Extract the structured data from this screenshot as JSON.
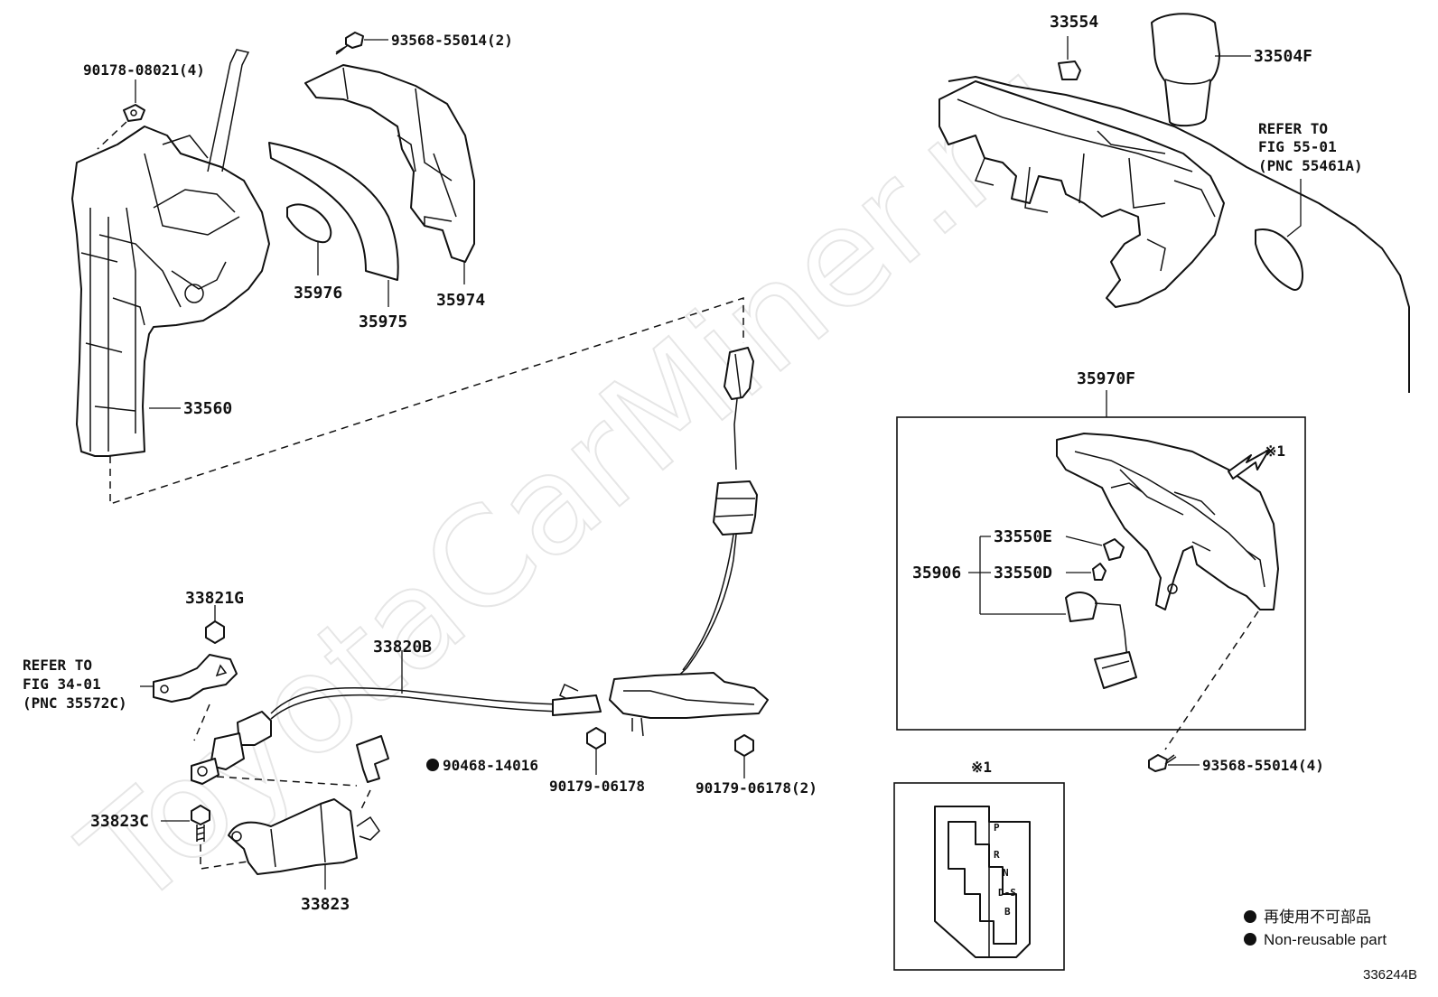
{
  "watermark": "ToyotaCarMiner.ru",
  "diagram_id": "336244B",
  "part_labels": {
    "p90178": "90178-08021(4)",
    "p93568_top": "93568-55014(2)",
    "p33554": "33554",
    "p33504F": "33504F",
    "refer_55_line1": "REFER TO",
    "refer_55_line2": "FIG 55-01",
    "refer_55_line3": "(PNC 55461A)",
    "p35976": "35976",
    "p35975": "35975",
    "p35974": "35974",
    "p33560": "33560",
    "p35970F": "35970F",
    "note_mark_1": "※1",
    "p33550E": "33550E",
    "p35906": "35906",
    "p33550D": "33550D",
    "p33821G": "33821G",
    "refer_34_line1": "REFER TO",
    "refer_34_line2": "FIG 34-01",
    "refer_34_line3": "(PNC 35572C)",
    "p33820B": "33820B",
    "p90468": "90468-14016",
    "p90179_a": "90179-06178",
    "p90179_b": "90179-06178(2)",
    "p93568_bottom": "93568-55014(4)",
    "p33823C": "33823C",
    "p33823": "33823",
    "note_mark_2": "※1",
    "gate_p": "P",
    "gate_r": "R",
    "gate_n": "N",
    "gate_ds": "D-S",
    "gate_b": "B"
  },
  "legend": {
    "jp": "再使用不可部品",
    "en": "Non-reusable part"
  }
}
